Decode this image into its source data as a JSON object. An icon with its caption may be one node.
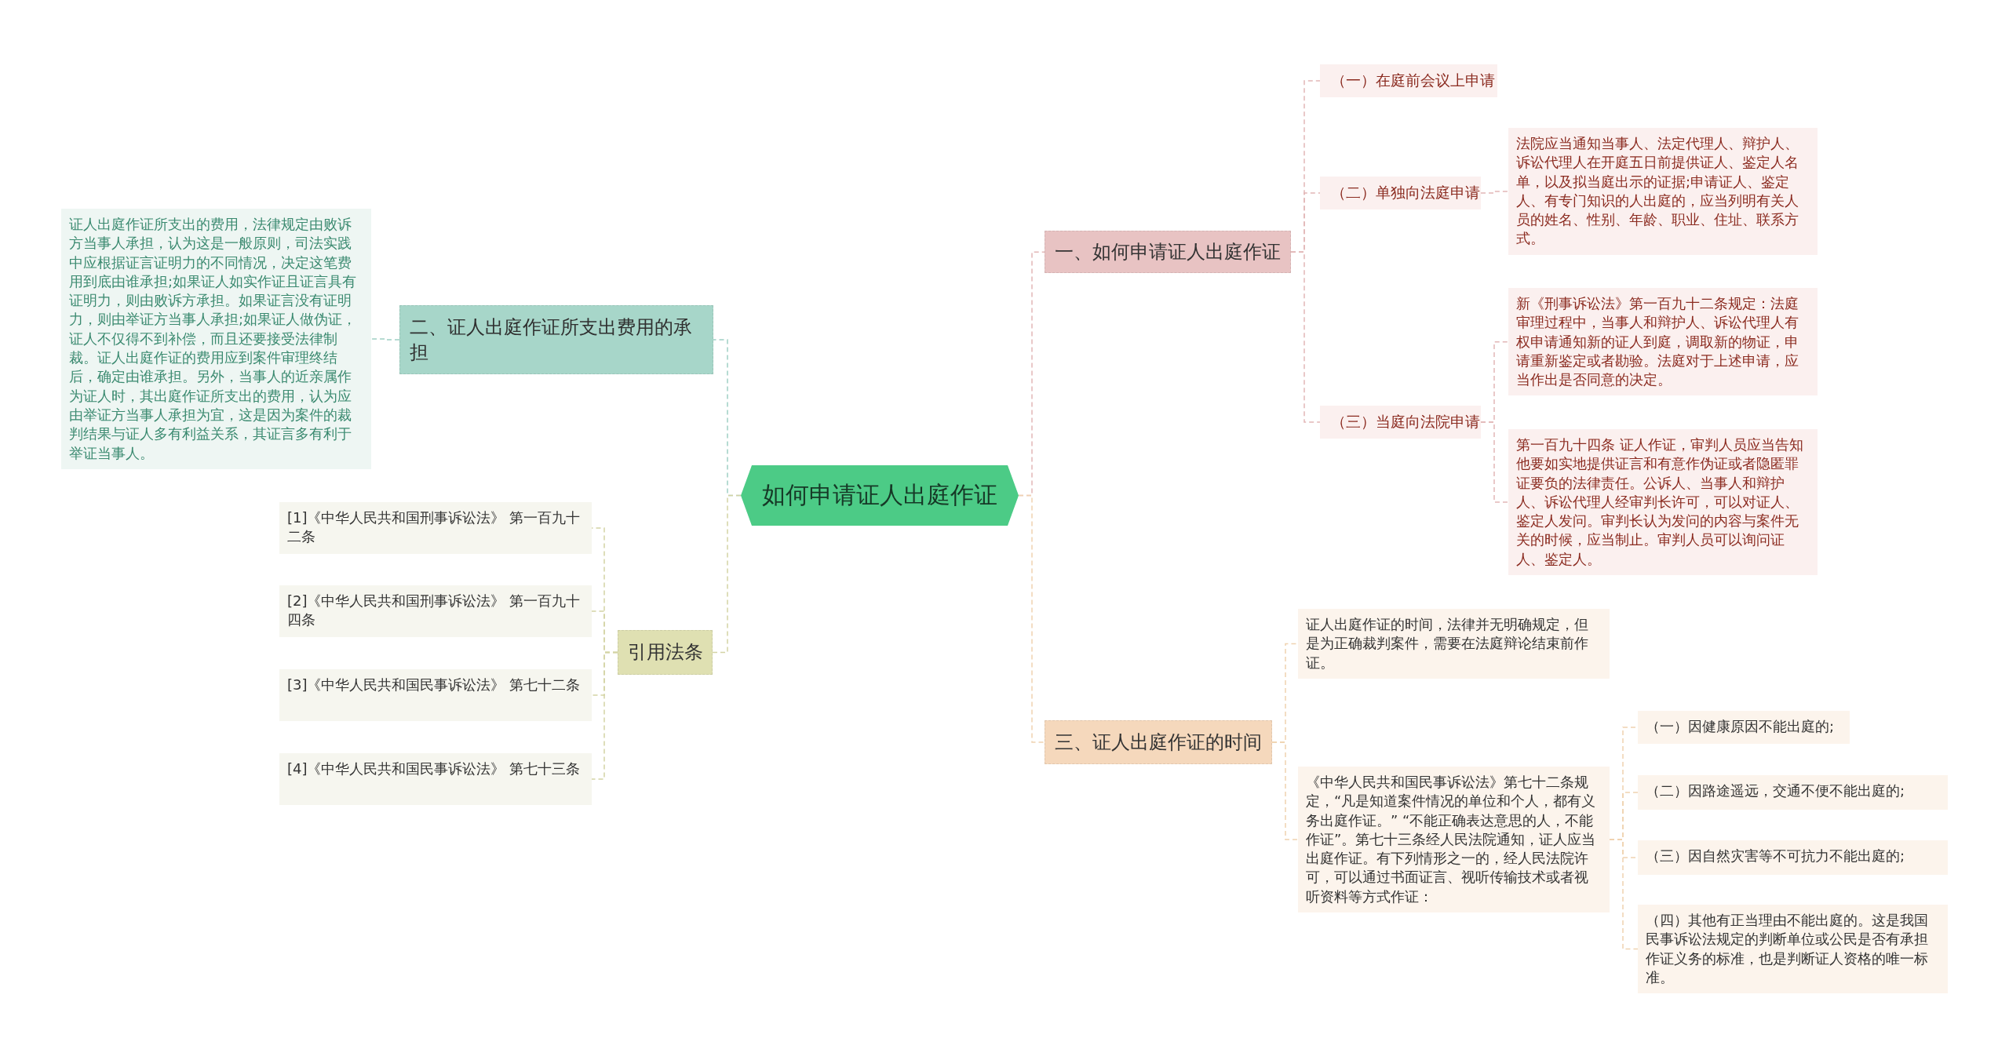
{
  "diagram": {
    "nodes": [
      {
        "text": [
          "如何申请证人出庭作证"
        ]
      },
      {
        "text": [
          "一、如何申请证人出庭作证"
        ]
      },
      {
        "text": [
          "（一）在庭前会议上申请"
        ]
      },
      {
        "text": [
          "（二）单独向法庭申请"
        ]
      },
      {
        "text": [
          "法院应当通知当事人、法定代理人、辩护人、诉讼代理人在开庭五日前提供证人、鉴定人名单，以及拟当庭出示的证据;申请证人、鉴定人、有专门知识的人出庭的，应当列明有关人员的姓名、性别、年龄、职业、住址、联系方式。"
        ]
      },
      {
        "text": [
          "（三）当庭向法院申请"
        ]
      },
      {
        "text": [
          "新《刑事诉讼法》第一百九十二条规定：法庭审理过程中，当事人和辩护人、诉讼代理人有权申请通知新的证人到庭，调取新的物证，申请重新鉴定或者勘验。法庭对于上述申请，应当作出是否同意的决定。"
        ]
      },
      {
        "text": [
          "第一百九十四条 证人作证，审判人员应当告知他要如实地提供证言和有意作伪证或者隐匿罪证要负的法律责任。公诉人、当事人和辩护人、诉讼代理人经审判长许可，可以对证人、鉴定人发问。审判长认为发问的内容与案件无关的时候，应当制止。审判人员可以询问证人、鉴定人。"
        ]
      },
      {
        "text": [
          "二、证人出庭作证所支出费用的承担"
        ]
      },
      {
        "text": [
          "证人出庭作证所支出的费用，法律规定由败诉方当事人承担，认为这是一般原则，司法实践中应根据证言证明力的不同情况，决定这笔费用到底由谁承担;如果证人如实作证且证言具有证明力，则由败诉方承担。如果证言没有证明力，则由举证方当事人承担;如果证人做伪证，证人不仅得不到补偿，而且还要接受法律制裁。证人出庭作证的费用应到案件审理终结后，确定由谁承担。另外，当事人的近亲属作为证人时，其出庭作证所支出的费用，认为应由举证方当事人承担为宜，这是因为案件的裁判结果与证人多有利益关系，其证言多有利于举证当事人。"
        ]
      },
      {
        "text": [
          "引用法条"
        ]
      },
      {
        "text": [
          "[1]《中华人民共和国刑事诉讼法》 第一百九十二条"
        ]
      },
      {
        "text": [
          "[2]《中华人民共和国刑事诉讼法》 第一百九十四条"
        ]
      },
      {
        "text": [
          "[3]《中华人民共和国民事诉讼法》 第七十二条"
        ]
      },
      {
        "text": [
          "[4]《中华人民共和国民事诉讼法》 第七十三条"
        ]
      },
      {
        "text": [
          "三、证人出庭作证的时间"
        ]
      },
      {
        "text": [
          "证人出庭作证的时间，法律并无明确规定，但是为正确裁判案件，需要在法庭辩论结束前作证。"
        ]
      },
      {
        "text": [
          "《中华人民共和国民事诉讼法》第七十二条规定，“凡是知道案件情况的单位和个人，都有义务出庭作证。” “不能正确表达意思的人，不能作证”。第七十三条经人民法院通知，证人应当出庭作证。有下列情形之一的，经人民法院许可，可以通过书面证言、视听传输技术或者视听资料等方式作证："
        ]
      },
      {
        "text": [
          "（一）因健康原因不能出庭的;"
        ]
      },
      {
        "text": [
          "（二）因路途遥远，交通不便不能出庭的;"
        ]
      },
      {
        "text": [
          "（三）因自然灾害等不可抗力不能出庭的;"
        ]
      },
      {
        "text": [
          "（四）其他有正当理由不能出庭的。这是我国民事诉讼法规定的判断单位或公民是否有承担作证义务的标准，也是判断证人资格的唯一标准。"
        ]
      }
    ],
    "edges": [
      {
        "from": 0,
        "to": 1,
        "arrow": "none"
      },
      {
        "from": 1,
        "to": 2,
        "arrow": "none"
      },
      {
        "from": 1,
        "to": 3,
        "arrow": "none"
      },
      {
        "from": 3,
        "to": 4,
        "arrow": "none"
      },
      {
        "from": 1,
        "to": 5,
        "arrow": "none"
      },
      {
        "from": 5,
        "to": 6,
        "arrow": "none"
      },
      {
        "from": 5,
        "to": 7,
        "arrow": "none"
      },
      {
        "from": 0,
        "to": 8,
        "arrow": "none",
        "color": "#9fd0c4"
      },
      {
        "from": 8,
        "to": 9,
        "arrow": "none",
        "color": "#9fd0c4"
      },
      {
        "from": 0,
        "to": 10,
        "arrow": "none",
        "color": "#d3d3a4"
      },
      {
        "from": 10,
        "to": 11,
        "arrow": "none",
        "color": "#d3d3a4"
      },
      {
        "from": 10,
        "to": 12,
        "arrow": "none",
        "color": "#d3d3a4"
      },
      {
        "from": 10,
        "to": 13,
        "arrow": "none",
        "color": "#d3d3a4"
      },
      {
        "from": 10,
        "to": 14,
        "arrow": "none",
        "color": "#d3d3a4"
      },
      {
        "from": 0,
        "to": 15,
        "arrow": "none",
        "color": "#efd2b0"
      },
      {
        "from": 15,
        "to": 16,
        "arrow": "none",
        "color": "#efd2b0"
      },
      {
        "from": 15,
        "to": 17,
        "arrow": "none",
        "color": "#efd2b0"
      },
      {
        "from": 17,
        "to": 18,
        "arrow": "none",
        "color": "#efd2b0"
      },
      {
        "from": 17,
        "to": 19,
        "arrow": "none",
        "color": "#efd2b0"
      },
      {
        "from": 17,
        "to": 20,
        "arrow": "none",
        "color": "#efd2b0"
      },
      {
        "from": 17,
        "to": 21,
        "arrow": "none",
        "color": "#efd2b0"
      }
    ]
  }
}
